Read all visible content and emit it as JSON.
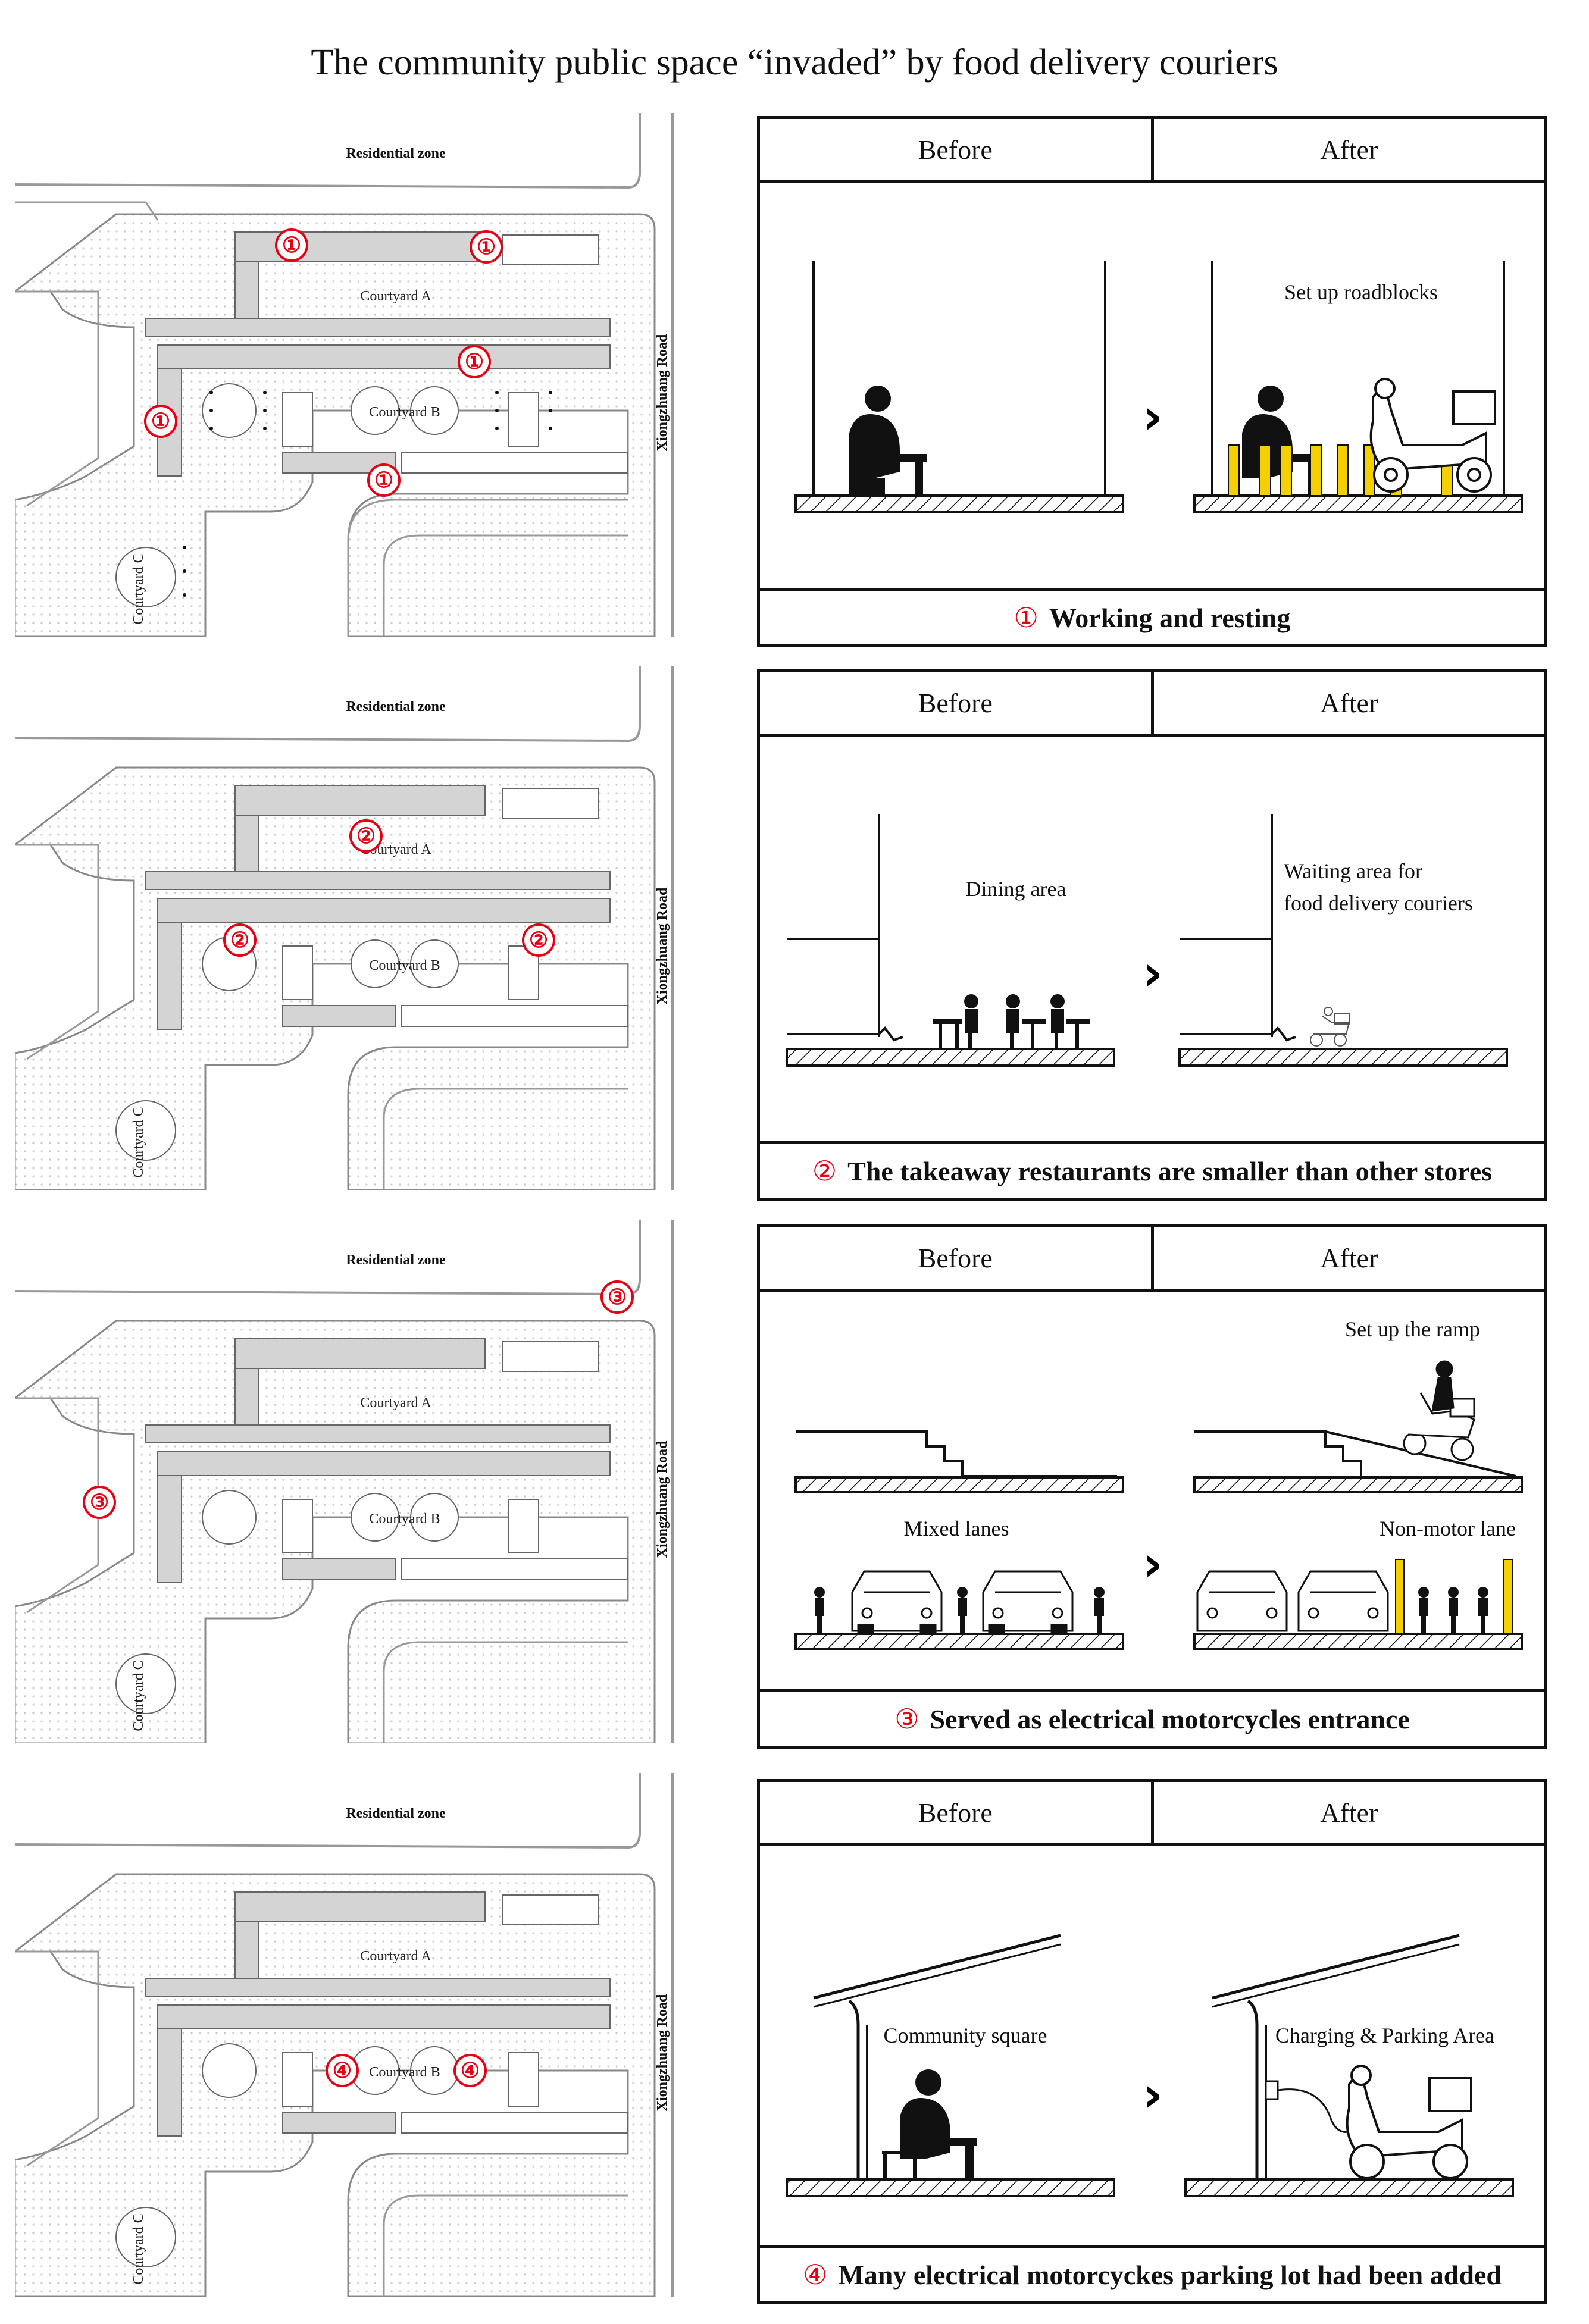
{
  "title": "The community public space “invaded” by food delivery couriers",
  "map_labels": {
    "residential": "Residential zone",
    "road": "Xiongzhuang Road",
    "courtyard_a": "Courtyard A",
    "courtyard_b": "Courtyard B",
    "courtyard_c": "Courtyard C"
  },
  "colors": {
    "marker": "#e60012",
    "bollard": "#f5d000",
    "building": "#d4d4d4"
  },
  "panels": [
    {
      "before": "Before",
      "after": "After",
      "number": "①",
      "caption": "Working and resting",
      "labels": {
        "after_top": "Set up roadblocks"
      },
      "arrow": "›"
    },
    {
      "before": "Before",
      "after": "After",
      "number": "②",
      "caption": "The takeaway restaurants are smaller than other stores",
      "labels": {
        "before_top": "Dining area",
        "after_top_1": "Waiting area for",
        "after_top_2": "food delivery couriers"
      },
      "arrow": "›"
    },
    {
      "before": "Before",
      "after": "After",
      "number": "③",
      "caption": "Served as electrical motorcycles entrance",
      "labels": {
        "after_top": "Set up the ramp",
        "before_bottom": "Mixed lanes",
        "after_bottom": "Non-motor lane"
      },
      "arrow": "›"
    },
    {
      "before": "Before",
      "after": "After",
      "number": "④",
      "caption": "Many electrical motorcyckes parking lot had been added",
      "labels": {
        "before_top": "Community square",
        "after_top": "Charging & Parking Area"
      },
      "arrow": "›"
    }
  ],
  "map_markers": [
    [
      "①",
      "①",
      "①",
      "①",
      "①"
    ],
    [
      "②",
      "②",
      "②"
    ],
    [
      "③",
      "③"
    ],
    [
      "④",
      "④"
    ]
  ]
}
